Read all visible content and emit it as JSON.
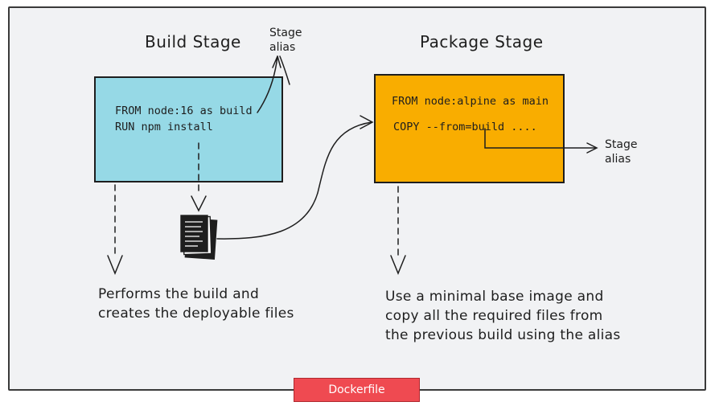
{
  "build_stage": {
    "title": "Build Stage",
    "code_line_1": "FROM node:16 as build",
    "code_line_2": "RUN npm install",
    "alias_label_1": "Stage",
    "alias_label_2": "alias",
    "caption_1": "Performs the build and",
    "caption_2": "creates the deployable files",
    "color": "#96d9e6"
  },
  "package_stage": {
    "title": "Package Stage",
    "code_line_1": "FROM node:alpine as main",
    "code_line_2": "COPY --from=build ....",
    "alias_label_1": "Stage",
    "alias_label_2": "alias",
    "caption_1": "Use a minimal base image and",
    "caption_2": "copy all the required files from",
    "caption_3": "the previous build using the alias",
    "color": "#f9ad00"
  },
  "artifact_icon": "files-icon",
  "footer": {
    "label": "Dockerfile",
    "color": "#ef4a51"
  }
}
